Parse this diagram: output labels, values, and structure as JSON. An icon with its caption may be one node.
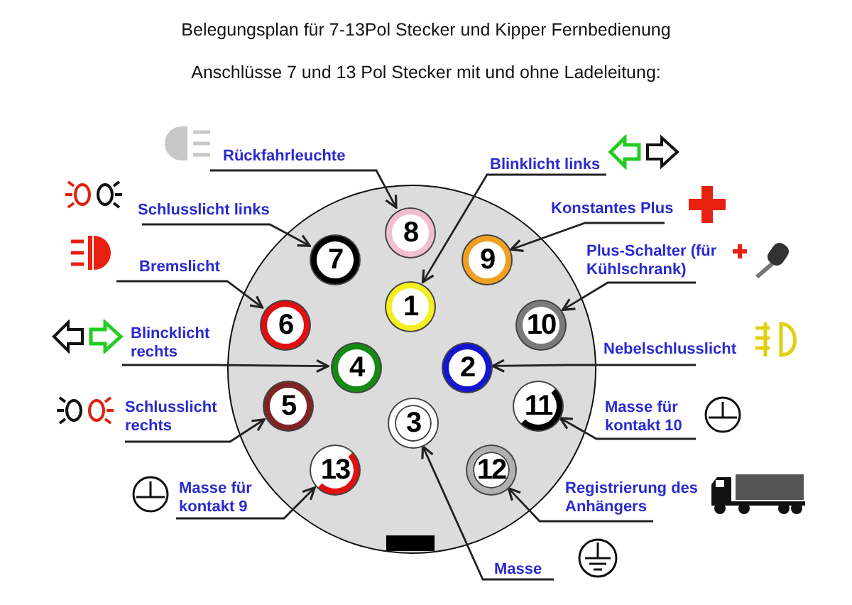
{
  "diagram": {
    "title": "Belegungsplan für 7-13Pol Stecker und Kipper Fernbedienung",
    "nodes": [
      {
        "text": [],
        "shape": "circle"
      },
      {
        "text": [
          "1"
        ],
        "in": 0
      },
      {
        "text": [
          "2"
        ],
        "in": 0
      },
      {
        "text": [
          "3"
        ],
        "in": 0
      },
      {
        "text": [
          "4"
        ],
        "in": 0
      },
      {
        "text": [
          "5"
        ],
        "in": 0
      },
      {
        "text": [
          "6"
        ],
        "in": 0
      },
      {
        "text": [
          "7"
        ],
        "in": 0
      },
      {
        "text": [
          "8"
        ],
        "in": 0
      },
      {
        "text": [
          "9"
        ],
        "in": 0
      },
      {
        "text": [
          "10"
        ],
        "in": 0
      },
      {
        "text": [
          "11"
        ],
        "in": 0
      },
      {
        "text": [
          "12"
        ],
        "in": 0
      },
      {
        "text": [
          "13"
        ],
        "in": 0
      },
      {
        "text": [
          "Rückfahrleuchte"
        ]
      },
      {
        "text": [
          "Blinklicht links"
        ]
      },
      {
        "text": [
          "Schlusslicht links"
        ]
      },
      {
        "text": [
          "Konstantes Plus"
        ]
      },
      {
        "text": [
          "Bremslicht"
        ]
      },
      {
        "text": [
          "Plus-Schalter (für Kühlschrank)"
        ]
      },
      {
        "text": [
          "Blincklicht rechts"
        ]
      },
      {
        "text": [
          "Nebelschlusslicht"
        ]
      },
      {
        "text": [
          "Schlusslicht rechts"
        ]
      },
      {
        "text": [
          "Masse für kontakt 10"
        ]
      },
      {
        "text": [
          "Masse für kontakt 9"
        ]
      },
      {
        "text": [
          "Registrierung des Anhängers"
        ]
      },
      {
        "text": [
          "Masse"
        ]
      }
    ],
    "edges": [
      {
        "from": 14,
        "to": 8,
        "arrow": "to"
      },
      {
        "from": 15,
        "to": 1,
        "arrow": "to"
      },
      {
        "from": 16,
        "to": 7,
        "arrow": "to"
      },
      {
        "from": 17,
        "to": 9,
        "arrow": "to"
      },
      {
        "from": 18,
        "to": 6,
        "arrow": "to"
      },
      {
        "from": 19,
        "to": 10,
        "arrow": "to"
      },
      {
        "from": 20,
        "to": 4,
        "arrow": "to"
      },
      {
        "from": 21,
        "to": 2,
        "arrow": "to"
      },
      {
        "from": 22,
        "to": 5,
        "arrow": "to"
      },
      {
        "from": 23,
        "to": 11,
        "arrow": "to"
      },
      {
        "from": 24,
        "to": 13,
        "arrow": "to"
      },
      {
        "from": 25,
        "to": 12,
        "arrow": "to"
      },
      {
        "from": 26,
        "to": 3,
        "arrow": "to"
      }
    ],
    "labels": [
      "Anschlüsse 7 und 13 Pol Stecker mit und ohne Ladeleitung:"
    ]
  }
}
